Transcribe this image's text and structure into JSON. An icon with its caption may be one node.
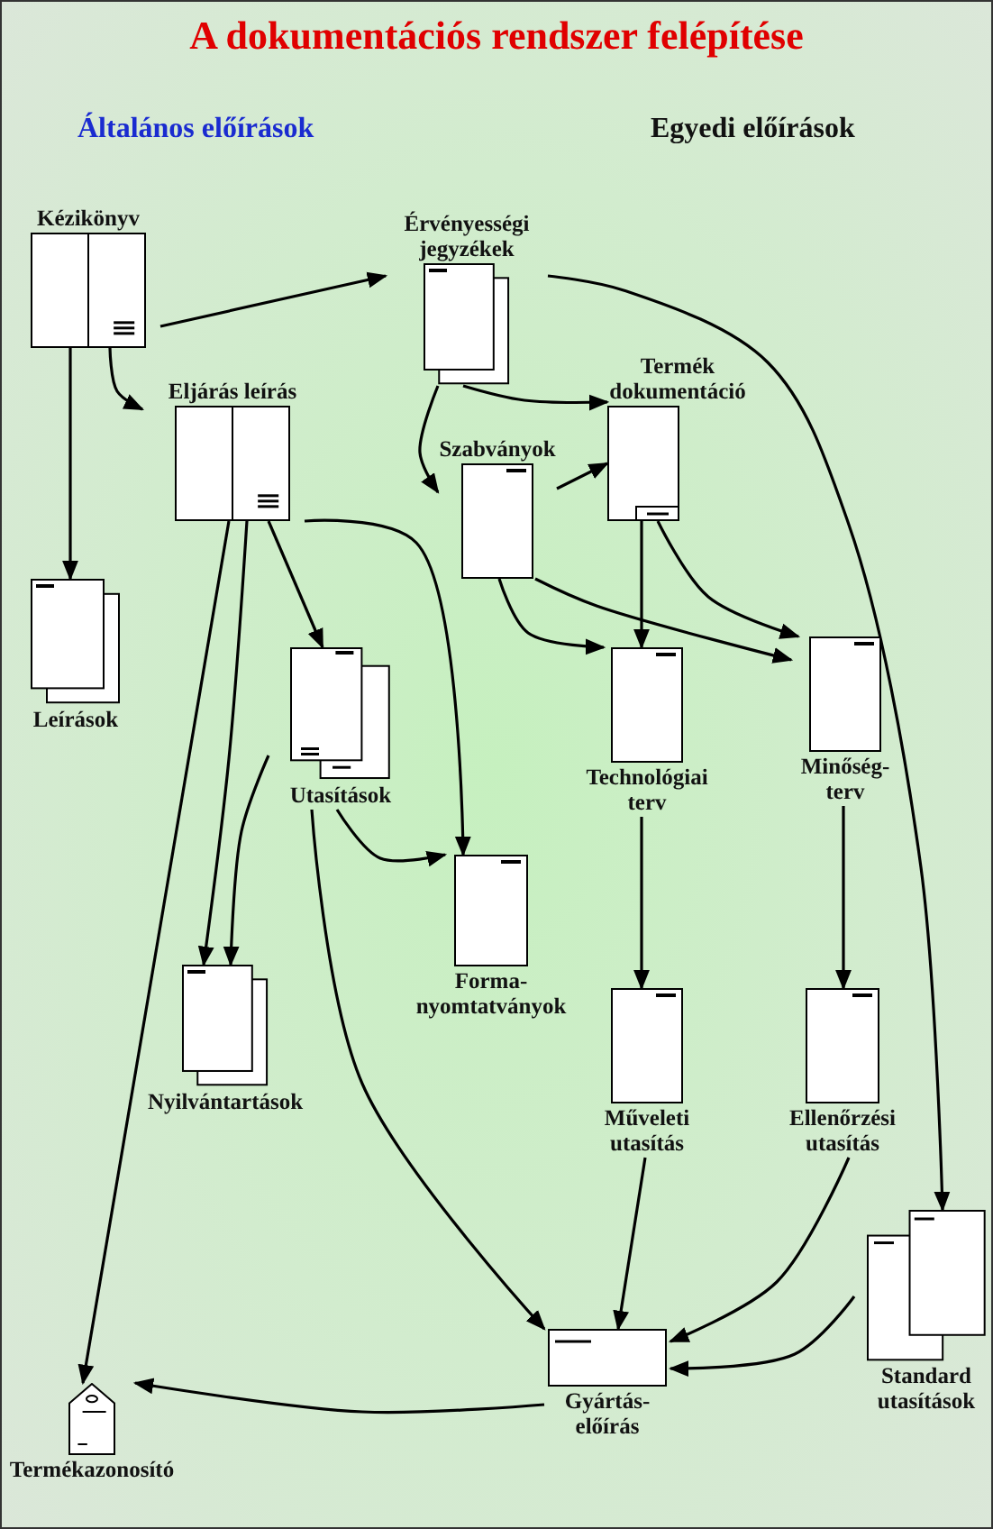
{
  "diagram": {
    "title": "A dokumentációs rendszer felépítése",
    "nodes": [
      {
        "text": [
          "Kézikönyv"
        ]
      },
      {
        "text": [
          "Érvényességi jegyzékek"
        ]
      },
      {
        "text": [
          "Eljárás leírás"
        ]
      },
      {
        "text": [
          "Szabványok"
        ]
      },
      {
        "text": [
          "Termék dokumentáció"
        ]
      },
      {
        "text": [
          "Leírások"
        ]
      },
      {
        "text": [
          "Utasítások"
        ]
      },
      {
        "text": [
          "Technológiai terv"
        ]
      },
      {
        "text": [
          "Minőség-terv"
        ]
      },
      {
        "text": [
          "Forma-nyomtatványok"
        ]
      },
      {
        "text": [
          "Nyilvántartások"
        ]
      },
      {
        "text": [
          "Műveleti utasítás"
        ]
      },
      {
        "text": [
          "Ellenőrzési utasítás"
        ]
      },
      {
        "text": [
          "Standard utasítások"
        ]
      },
      {
        "text": [
          "Gyártás-előírás"
        ]
      },
      {
        "text": [
          "Termékazonosító"
        ]
      }
    ],
    "edges": [
      {
        "from": 0,
        "to": 1,
        "arrow": "to"
      },
      {
        "from": 0,
        "to": 2,
        "arrow": "to"
      },
      {
        "from": 0,
        "to": 5,
        "arrow": "to"
      },
      {
        "from": 1,
        "to": 3,
        "arrow": "to"
      },
      {
        "from": 1,
        "to": 4,
        "arrow": "to"
      },
      {
        "from": 1,
        "to": 13,
        "arrow": "to"
      },
      {
        "from": 3,
        "to": 4,
        "arrow": "to"
      },
      {
        "from": 3,
        "to": 7,
        "arrow": "to"
      },
      {
        "from": 3,
        "to": 8,
        "arrow": "to"
      },
      {
        "from": 4,
        "to": 7,
        "arrow": "to"
      },
      {
        "from": 4,
        "to": 8,
        "arrow": "to"
      },
      {
        "from": 2,
        "to": 6,
        "arrow": "to"
      },
      {
        "from": 2,
        "to": 9,
        "arrow": "to"
      },
      {
        "from": 2,
        "to": 10,
        "arrow": "to"
      },
      {
        "from": 2,
        "to": 15,
        "arrow": "to"
      },
      {
        "from": 6,
        "to": 10,
        "arrow": "to"
      },
      {
        "from": 6,
        "to": 9,
        "arrow": "to"
      },
      {
        "from": 6,
        "to": 14,
        "arrow": "to"
      },
      {
        "from": 7,
        "to": 11,
        "arrow": "to"
      },
      {
        "from": 8,
        "to": 12,
        "arrow": "to"
      },
      {
        "from": 11,
        "to": 14,
        "arrow": "to"
      },
      {
        "from": 12,
        "to": 14,
        "arrow": "to"
      },
      {
        "from": 13,
        "to": 14,
        "arrow": "to"
      },
      {
        "from": 14,
        "to": 15,
        "arrow": "to"
      }
    ],
    "labels": [
      "Általános előírások",
      "Egyedi előírások"
    ]
  }
}
